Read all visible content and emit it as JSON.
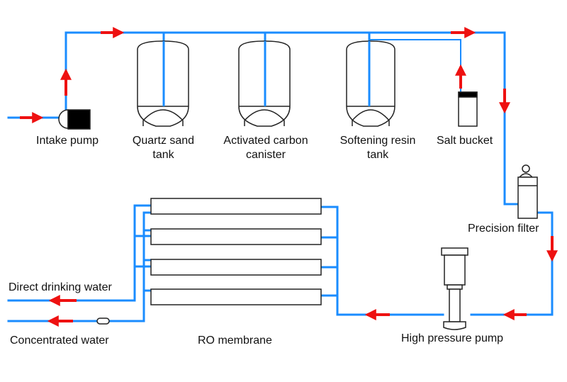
{
  "colors": {
    "pipe": "#1a8cff",
    "arrow": "#ee1111",
    "outline": "#222222",
    "fill": "#ffffff"
  },
  "labels": {
    "intake_pump": "Intake pump",
    "quartz_line1": "Quartz sand",
    "quartz_line2": "tank",
    "carbon_line1": "Activated carbon",
    "carbon_line2": "canister",
    "resin_line1": "Softening resin",
    "resin_line2": "tank",
    "salt_bucket": "Salt bucket",
    "precision_filter": "Precision filter",
    "high_pressure_pump": "High pressure pump",
    "ro_membrane": "RO membrane",
    "direct_drinking_water": "Direct drinking water",
    "concentrated_water": "Concentrated water"
  }
}
